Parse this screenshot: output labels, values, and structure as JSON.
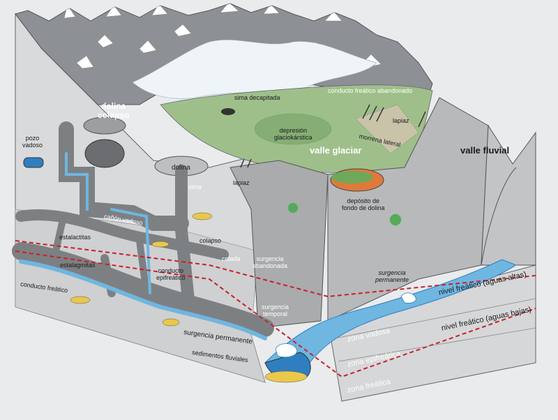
{
  "labels": {
    "sima_decapitada": "sima decapitada",
    "conducto_abandonado": "conducto freático abandonado",
    "dolina_colapso": "dolina\ncolapso",
    "pozo_vadoso": "pozo\nvadoso",
    "depresion": "depresión\nglaciokárstica",
    "lapiaz_top": "lapiaz",
    "morrena": "morrena lateral",
    "valle_glaciar": "valle glaciar",
    "valle_fluvial": "valle fluvial",
    "dolina": "dolina",
    "sima": "sima",
    "lapiaz_mid": "lapiaz",
    "deposito": "depósito de\nfondo de dolina",
    "canon": "cañón vadoso",
    "estalactitas": "estalactitas",
    "estalagmitas": "estalagmitas",
    "colapso": "colapso",
    "colada": "colada",
    "surgencia_abandonada": "surgencia\nabandonada",
    "conducto_epifreatico": "conducto\nepifreático",
    "surgencia_permanente_right": "surgencia\npermanente",
    "conducto_freatico": "conducto freático",
    "surgencia_temporal": "surgencia\ntemporal",
    "nivel_altas": "nivel freático (aguas altas)",
    "nivel_bajas": "nivel freático (aguas bajas)",
    "zona_vadosa": "zona vadosa",
    "zona_epifreatica": "zona epifreática",
    "zona_freatica": "zona  freática",
    "surgencia_permanente_bottom": "surgencia permanente",
    "sedimentos": "sedimentos fluviales"
  },
  "colors": {
    "background": "#e9ebed",
    "rock": "#b4b6b8",
    "rock_dark": "#8c8f92",
    "cave": "#7d8083",
    "glacier": "#eef4f8",
    "valley_green": "#9fbf8a",
    "water": "#6fb6e0",
    "water_dark": "#2f7fc0",
    "sediment": "#e9c84a",
    "deposit_orange": "#e07a3a",
    "water_table": "#c8202a"
  },
  "icons": {
    "mountains": "snow-capped-peaks",
    "shrub": "shrub-icon",
    "waterfall": "waterfall-icon"
  }
}
